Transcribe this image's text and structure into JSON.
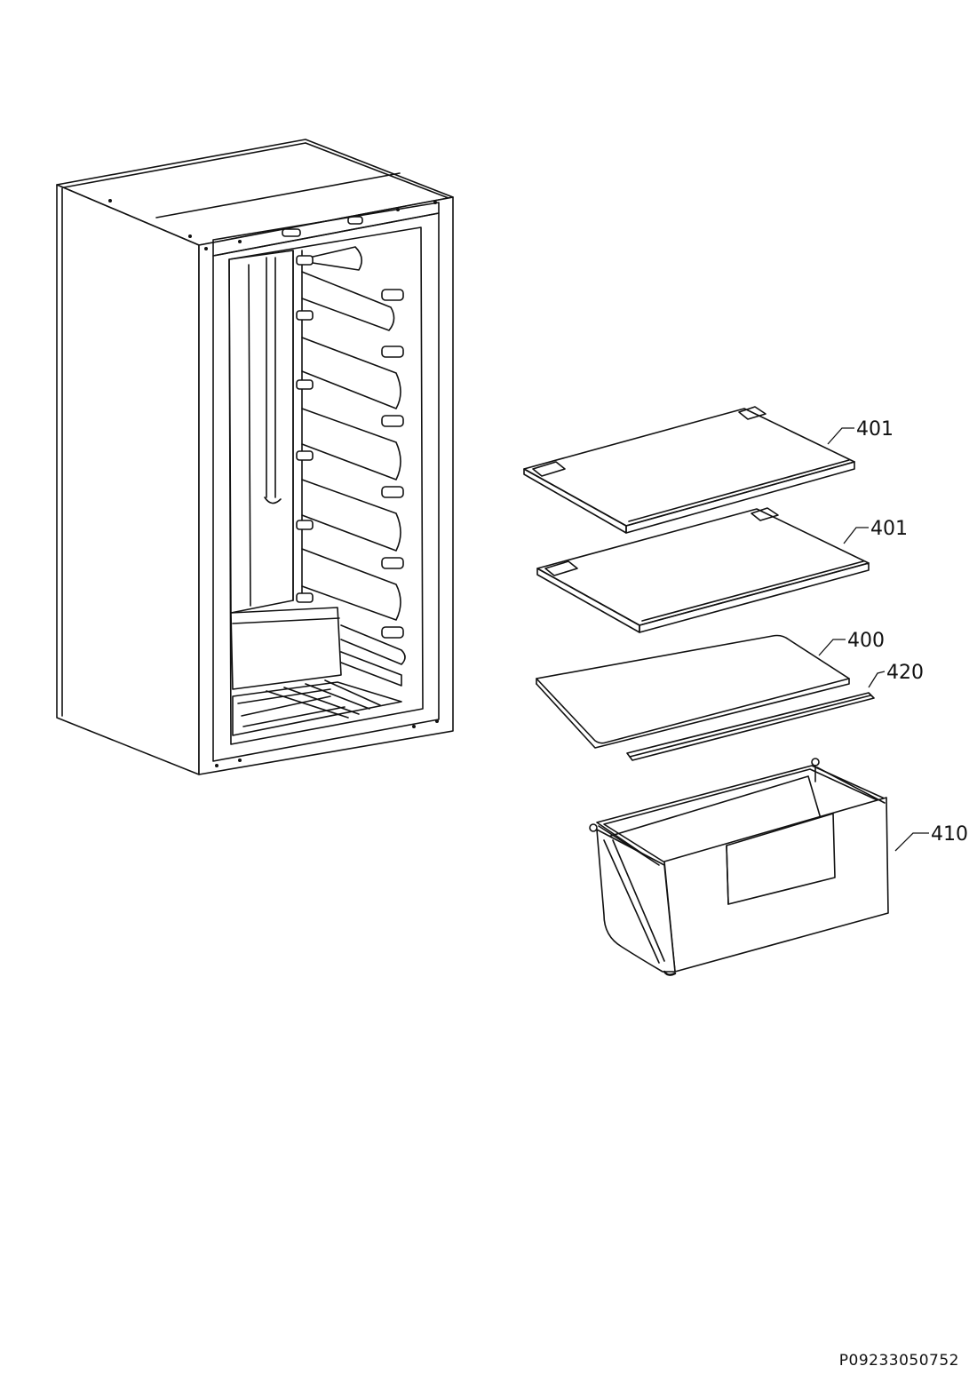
{
  "parts": [
    {
      "id": "shelf-top",
      "label": "401"
    },
    {
      "id": "shelf-middle",
      "label": "401"
    },
    {
      "id": "crisper-cover",
      "label": "400"
    },
    {
      "id": "cover-trim",
      "label": "420"
    },
    {
      "id": "crisper-drawer",
      "label": "410"
    }
  ],
  "document_code": "P09233050752"
}
